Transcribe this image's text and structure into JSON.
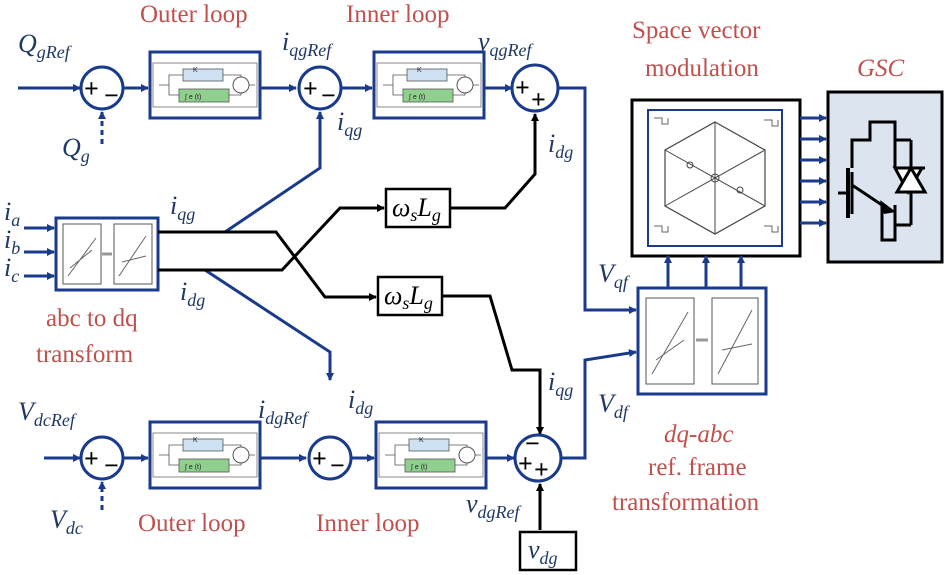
{
  "labels": {
    "outer_loop_top": "Outer loop",
    "inner_loop_top": "Inner loop",
    "svm": [
      "Space vector",
      "modulation"
    ],
    "gsc": "GSC",
    "abc_dq": [
      "abc to dq",
      "transform"
    ],
    "outer_loop_bottom": "Outer loop",
    "inner_loop_bottom": "Inner loop",
    "dq_abc_title": "dq-abc",
    "dq_abc_sub": [
      "ref. frame",
      "transformation"
    ]
  },
  "signals": {
    "q_gref": {
      "base": "Q",
      "sub": "gRef"
    },
    "q_g": {
      "base": "Q",
      "sub": "g"
    },
    "i_qgref": {
      "base": "i",
      "sub": "qgRef"
    },
    "i_qg_fb": {
      "base": "i",
      "sub": "qg"
    },
    "v_qgref": {
      "base": "v",
      "sub": "qgRef"
    },
    "i_dg_up": {
      "base": "i",
      "sub": "dg"
    },
    "i_a": {
      "base": "i",
      "sub": "a"
    },
    "i_b": {
      "base": "i",
      "sub": "b"
    },
    "i_c": {
      "base": "i",
      "sub": "c"
    },
    "i_qg_out": {
      "base": "i",
      "sub": "qg"
    },
    "i_dg_out": {
      "base": "i",
      "sub": "dg"
    },
    "v_qf": {
      "base": "V",
      "sub": "qf"
    },
    "v_df": {
      "base": "V",
      "sub": "df"
    },
    "i_qg_down": {
      "base": "i",
      "sub": "qg"
    },
    "v_dcref": {
      "base": "V",
      "sub": "dcRef"
    },
    "v_dc": {
      "base": "V",
      "sub": "dc"
    },
    "i_dgref": {
      "base": "i",
      "sub": "dgRef"
    },
    "i_dg_fb": {
      "base": "i",
      "sub": "dg"
    },
    "v_dgref": {
      "base": "v",
      "sub": "dgRef"
    },
    "v_dg": {
      "base": "v",
      "sub": "dg"
    },
    "omega_top": {
      "w": "ω",
      "ws": "s",
      "L": "L",
      "Ls": "g"
    },
    "omega_bottom": {
      "w": "ω",
      "ws": "s",
      "L": "L",
      "Ls": "g"
    }
  },
  "pi": {
    "kp": "K",
    "kp_sub": "p",
    "ki": "K",
    "ki_sub": "i",
    "int": "∫ e (t)"
  },
  "summers": {
    "top_outer": {
      "top": "+",
      "bottom": "−"
    },
    "top_inner": {
      "top": "+",
      "bottom": "−"
    },
    "top_ff": {
      "top": "+",
      "bottom": "+"
    },
    "bot_outer": {
      "top": "+",
      "bottom": "−"
    },
    "bot_inner": {
      "top": "+",
      "bottom": "−"
    },
    "bot_ff": {
      "top": "−",
      "bottom": "+"
    }
  },
  "colors": {
    "blue": "#1a3a8c",
    "red_text": "#c0504d",
    "gsc_fill": "#dce4f0"
  }
}
